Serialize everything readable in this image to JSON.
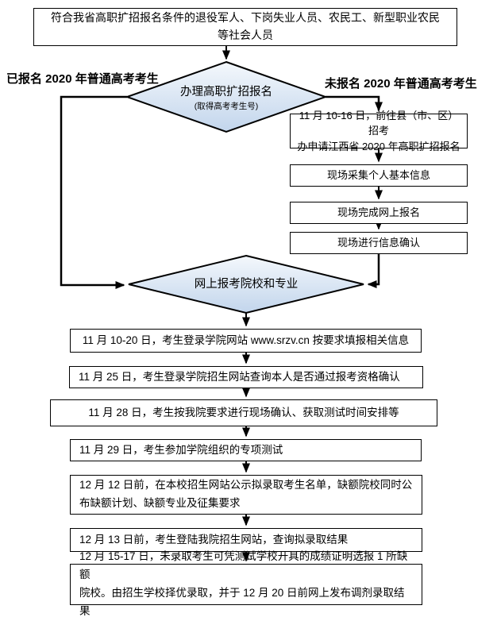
{
  "fc": {
    "start": {
      "lines": [
        "符合我省高职扩招报名条件的退役军人、下岗失业人员、农民工、新型职业农民",
        "等社会人员"
      ]
    },
    "decision1": {
      "title": "办理高职扩招报名",
      "subtitle": "(取得高考考生号)"
    },
    "branch_labels": {
      "left": "已报名 2020 年普通高考考生",
      "right": "未报名 2020 年普通高考考生"
    },
    "onsite_steps": {
      "apply": {
        "lines": [
          "11 月 10-16 日，前往县（市、区）招考",
          "办申请江西省 2020 年高职扩招报名"
        ]
      },
      "collect_info": "现场采集个人基本信息",
      "online_signup": "现场完成网上报名",
      "confirm_info": "现场进行信息确认"
    },
    "decision2": {
      "title": "网上报考院校和专业"
    },
    "main_steps": [
      {
        "lines": [
          "11 月 10-20 日，考生登录学院网站 www.srzv.cn 按要求填报相关信息"
        ]
      },
      {
        "lines": [
          "11 月 25 日，考生登录学院招生网站查询本人是否通过报考资格确认"
        ]
      },
      {
        "lines": [
          "11 月 28 日，考生按我院要求进行现场确认、获取测试时间安排等"
        ]
      },
      {
        "lines": [
          "11 月 29 日，考生参加学院组织的专项测试"
        ]
      },
      {
        "lines": [
          "12 月 12 日前，在本校招生网站公示拟录取考生名单，缺额院校同时公",
          "布缺额计划、缺额专业及征集要求"
        ]
      },
      {
        "lines": [
          "12 月 13 日前，考生登陆我院招生网站，查询拟录取结果"
        ]
      },
      {
        "lines": [
          "12 月 15-17 日，未录取考生可凭测试学校开具的成绩证明选报 1 所缺额",
          "院校。由招生学校择优录取，并于 12 月 20 日前网上发布调剂录取结果"
        ]
      }
    ],
    "colors": {
      "line": "#000000",
      "box_border": "#000000",
      "diamond_fill_top": "#f4f8fc",
      "diamond_fill_bottom": "#c2d5ec",
      "background": "#ffffff"
    }
  }
}
